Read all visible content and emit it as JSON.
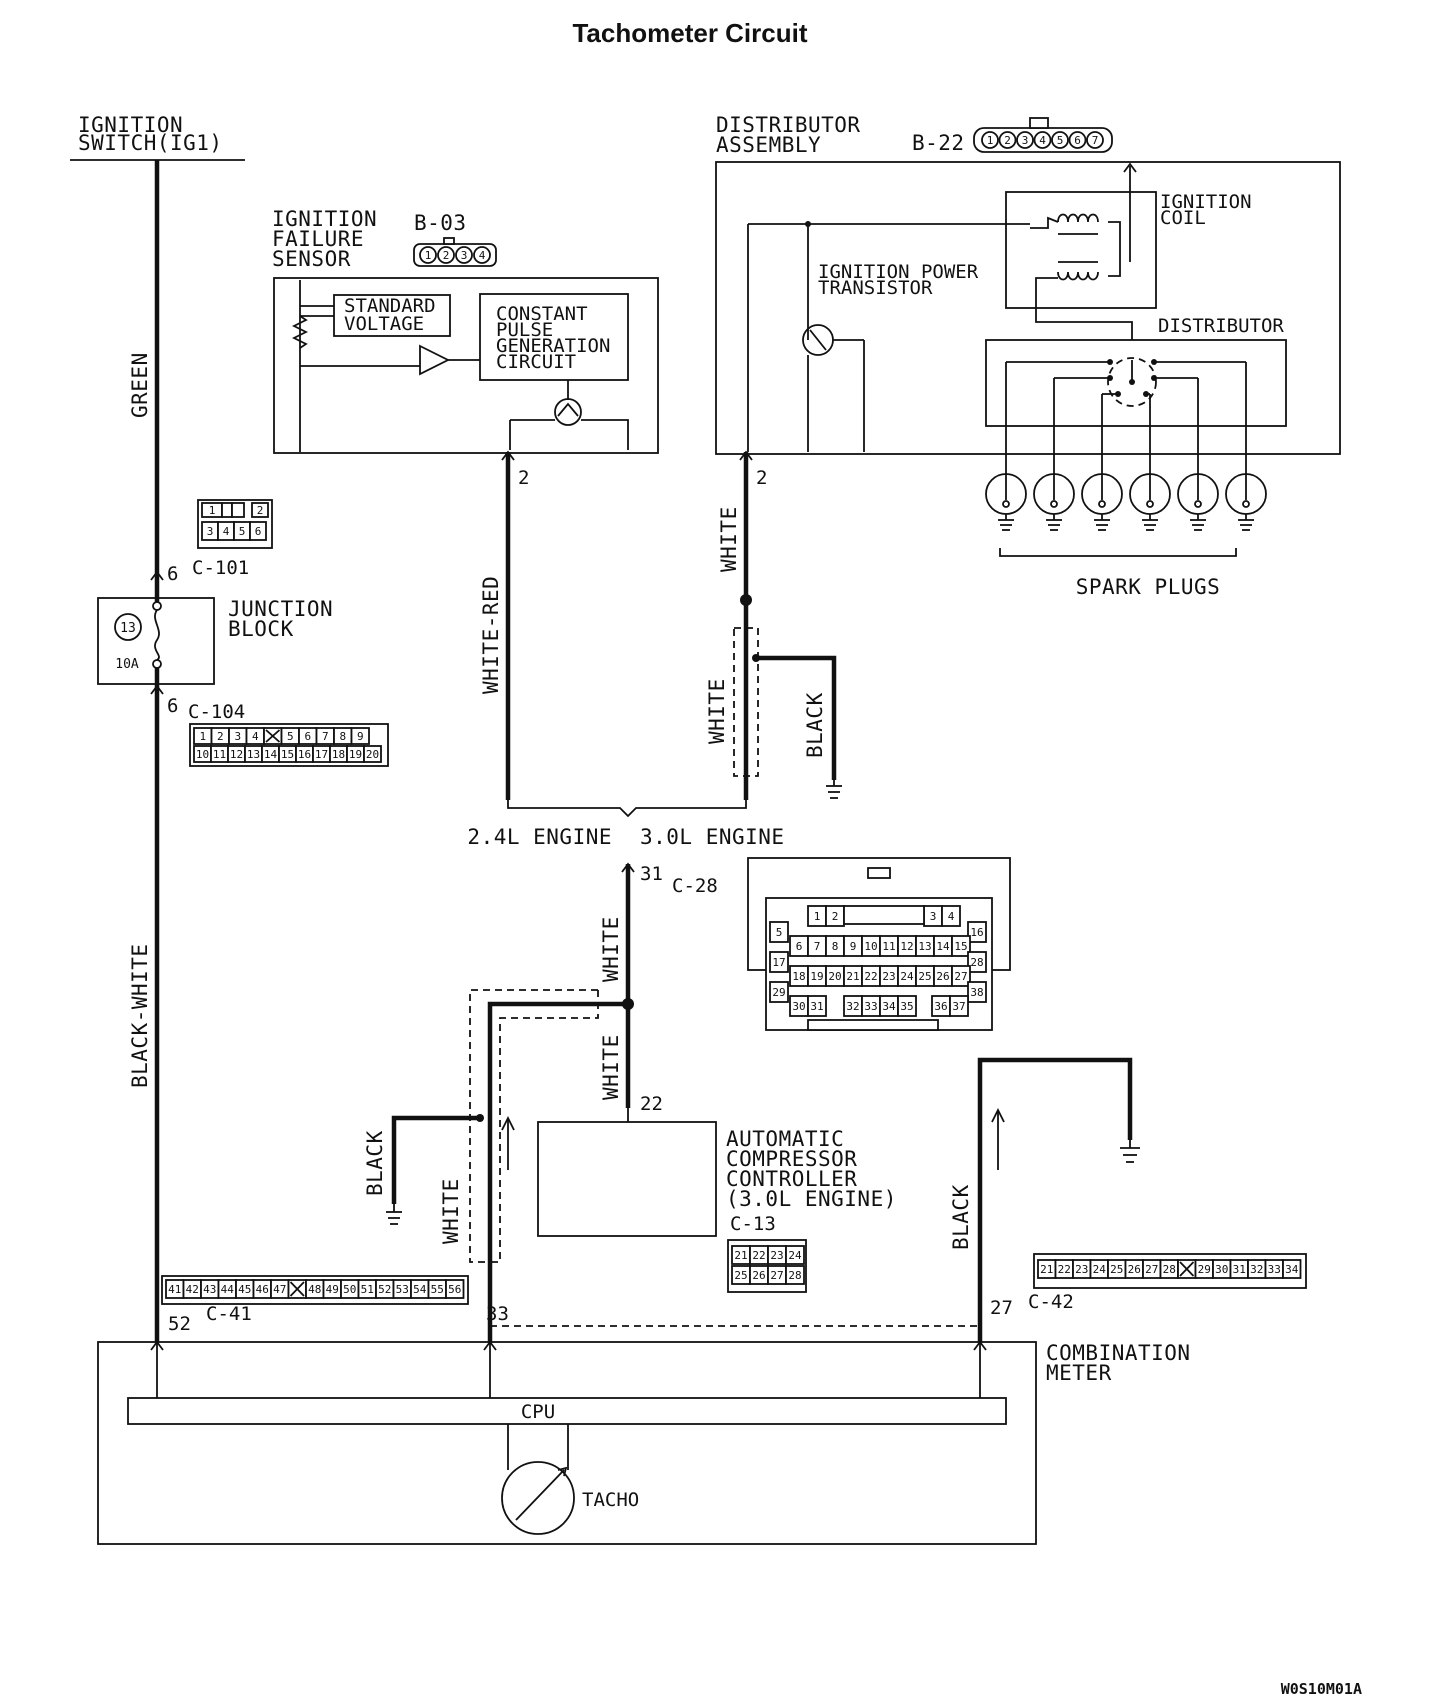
{
  "title": "Tachometer Circuit",
  "figure_code": "W0S10M01A",
  "ignition_switch": {
    "line1": "IGNITION",
    "line2": "SWITCH(IG1)"
  },
  "ignition_failure_sensor": {
    "line1": "IGNITION",
    "line2": "FAILURE",
    "line3": "SENSOR",
    "connector": "B-03",
    "pins": [
      "1",
      "2",
      "3",
      "4"
    ],
    "standard_voltage": [
      "STANDARD",
      "VOLTAGE"
    ],
    "constant_pulse": [
      "CONSTANT",
      "PULSE",
      "GENERATION",
      "CIRCUIT"
    ],
    "terminal": "2"
  },
  "distributor_assembly": {
    "line1": "DISTRIBUTOR",
    "line2": "ASSEMBLY",
    "connector": "B-22",
    "pins": [
      "1",
      "2",
      "3",
      "4",
      "5",
      "6",
      "7"
    ],
    "ignition_coil": [
      "IGNITION",
      "COIL"
    ],
    "power_transistor": [
      "IGNITION POWER",
      "TRANSISTOR"
    ],
    "distributor": "DISTRIBUTOR",
    "terminal": "2"
  },
  "spark_plugs": "SPARK PLUGS",
  "junction_block": {
    "line1": "JUNCTION",
    "line2": "BLOCK",
    "fuse_number": "13",
    "fuse_rating": "10A"
  },
  "c101": {
    "name": "C-101",
    "pin": "6",
    "pins_top": [
      "1",
      "",
      "2"
    ],
    "pins_bottom": [
      "3",
      "4",
      "5",
      "6"
    ]
  },
  "c104": {
    "name": "C-104",
    "pin": "6",
    "pins_top": [
      "1",
      "2",
      "3",
      "4",
      "",
      "5",
      "6",
      "7",
      "8",
      "9"
    ],
    "pins_bottom": [
      "10",
      "11",
      "12",
      "13",
      "14",
      "15",
      "16",
      "17",
      "18",
      "19",
      "20"
    ]
  },
  "wire_colors": {
    "green": "GREEN",
    "black_white": "BLACK-WHITE",
    "white_red": "WHITE-RED",
    "white": "WHITE",
    "black": "BLACK"
  },
  "engines": {
    "left": "2.4L ENGINE",
    "right": "3.0L ENGINE"
  },
  "c28": {
    "name": "C-28",
    "pin": "31",
    "rows": [
      [
        "1",
        "2",
        "3",
        "4"
      ],
      [
        "5",
        "16"
      ],
      [
        "6",
        "7",
        "8",
        "9",
        "10",
        "11",
        "12",
        "13",
        "14",
        "15"
      ],
      [
        "17",
        "28"
      ],
      [
        "18",
        "19",
        "20",
        "21",
        "22",
        "23",
        "24",
        "25",
        "26",
        "27"
      ],
      [
        "29",
        "38"
      ],
      [
        "30",
        "31",
        "32",
        "33",
        "34",
        "35",
        "36",
        "37"
      ]
    ]
  },
  "automatic_compressor_controller": {
    "lines": [
      "AUTOMATIC",
      "COMPRESSOR",
      "CONTROLLER",
      "(3.0L ENGINE)"
    ],
    "connector": "C-13",
    "pin": "22",
    "pins": [
      "21",
      "22",
      "23",
      "24",
      "25",
      "26",
      "27",
      "28"
    ]
  },
  "c41": {
    "name": "C-41",
    "pin_left": "52",
    "pin_right": "33",
    "pins": [
      "41",
      "42",
      "43",
      "44",
      "45",
      "46",
      "47",
      "",
      "48",
      "49",
      "50",
      "51",
      "52",
      "53",
      "54",
      "55",
      "56"
    ]
  },
  "c42": {
    "name": "C-42",
    "pin": "27",
    "pins": [
      "21",
      "22",
      "23",
      "24",
      "25",
      "26",
      "27",
      "28",
      "",
      "29",
      "30",
      "31",
      "32",
      "33",
      "34"
    ]
  },
  "combination_meter": {
    "line1": "COMBINATION",
    "line2": "METER",
    "cpu": "CPU",
    "tacho": "TACHO"
  }
}
